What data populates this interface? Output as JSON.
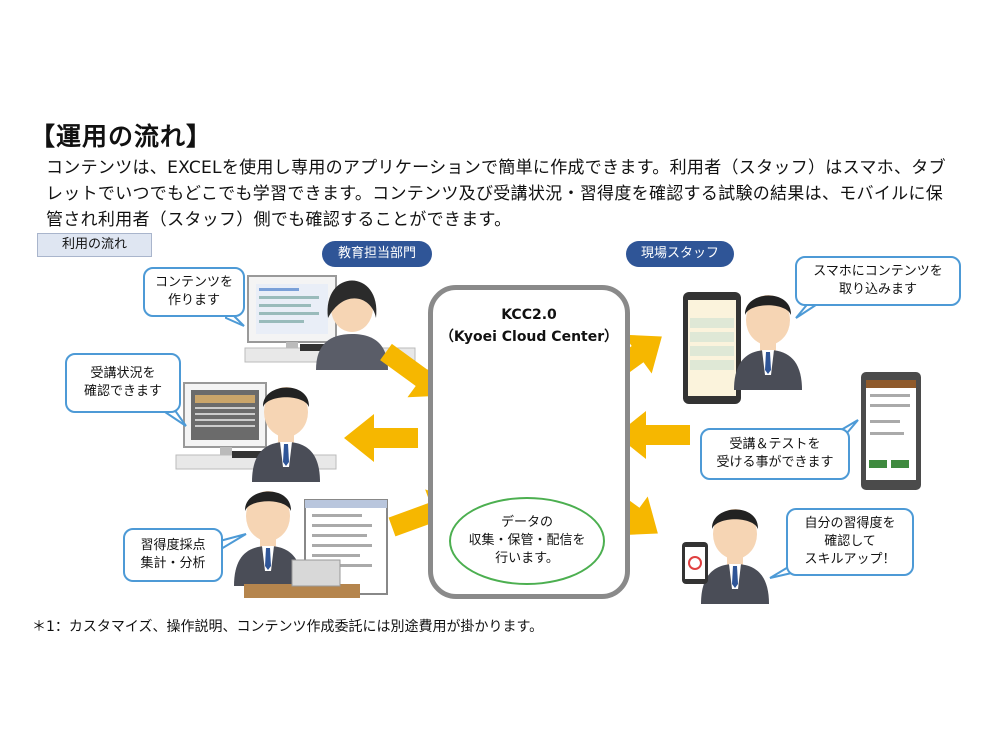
{
  "title": "【運用の流れ】",
  "intro_lines": [
    "コンテンツは、EXCELを使用し専用のアプリケーションで簡単に作成できます。利用者（スタッフ）はスマホ、タブ",
    "レットでいつでもどこでも学習できます。コンテンツ及び受講状況・習得度を確認する試験の結果は、モバイルに保",
    "管され利用者（スタッフ）側でも確認することができます。"
  ],
  "flow_label": "利用の流れ",
  "groups": {
    "education": "教育担当部門",
    "field": "現場スタッフ"
  },
  "center": {
    "name": "KCC2.0",
    "subtitle": "（Kyoei Cloud Center）"
  },
  "data_note": [
    "データの",
    "収集・保管・配信を",
    "行います。"
  ],
  "bubbles": {
    "create": [
      "コンテンツを",
      "作ります"
    ],
    "status": [
      "受講状況を",
      "確認できます"
    ],
    "score": [
      "習得度採点",
      "集計・分析"
    ],
    "import": [
      "スマホにコンテンツを",
      "取り込みます"
    ],
    "test": [
      "受講＆テストを",
      "受ける事ができます"
    ],
    "skill": [
      "自分の習得度を",
      "確認して",
      "スキルアップ！"
    ]
  },
  "footnote": "＊1：カスタマイズ、操作説明、コンテンツ作成委託には別途費用が掛かります。",
  "colors": {
    "arrow": "#f6b700",
    "pill": "#2f5597",
    "bubble_border": "#4d9ad6",
    "ellipse_border": "#4caf50"
  }
}
